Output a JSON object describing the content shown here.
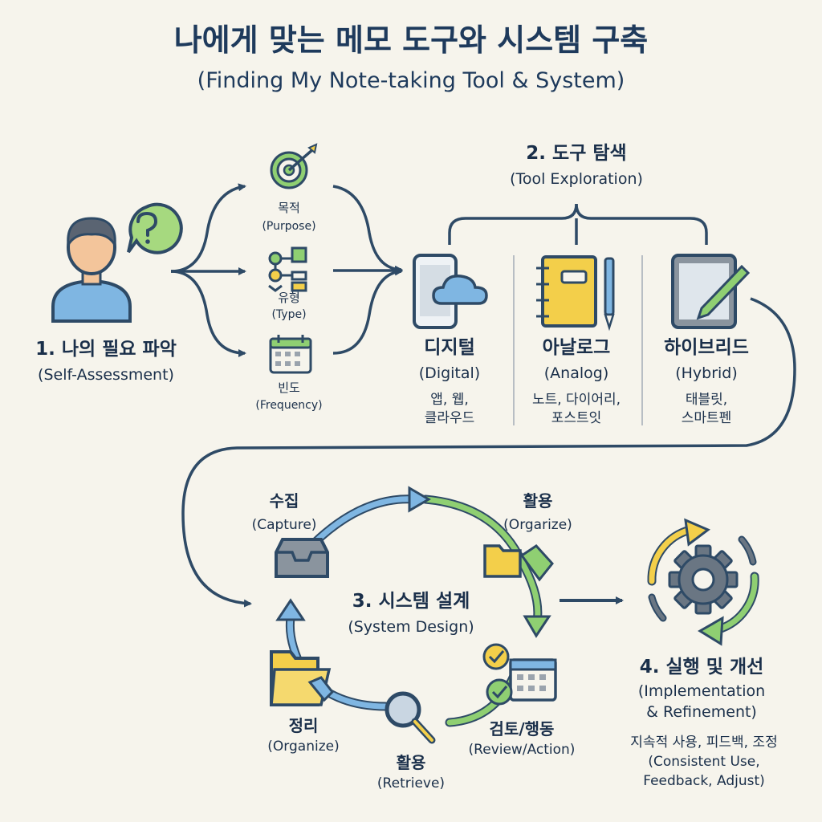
{
  "title": {
    "korean": "나에게 맞는 메모 도구와 시스템 구축",
    "english": "(Finding My Note-taking Tool & System)"
  },
  "step1": {
    "label": "1. 나의 필요 파악",
    "sublabel": "(Self-Assessment)",
    "factors": [
      {
        "ko": "목적",
        "en": "(Purpose)",
        "icon": "target-icon"
      },
      {
        "ko": "유형",
        "en": "(Type)",
        "icon": "flowchart-icon"
      },
      {
        "ko": "빈도",
        "en": "(Frequency)",
        "icon": "calendar-icon"
      }
    ]
  },
  "step2": {
    "label": "2. 도구 탐색",
    "sublabel": "(Tool Exploration)",
    "tools": [
      {
        "ko": "디지털",
        "en": "(Digital)",
        "desc1": "앱, 웹,",
        "desc2": "클라우드"
      },
      {
        "ko": "아날로그",
        "en": "(Analog)",
        "desc1": "노트, 다이어리,",
        "desc2": "포스트잇"
      },
      {
        "ko": "하이브리드",
        "en": "(Hybrid)",
        "desc1": "태블릿,",
        "desc2": "스마트펜"
      }
    ]
  },
  "step3": {
    "label": "3. 시스템 설계",
    "sublabel": "(System Design)",
    "stages": {
      "capture": {
        "ko": "수집",
        "en": "(Capture)"
      },
      "organize_top": {
        "ko": "활용",
        "en": "(Orgarize)"
      },
      "review": {
        "ko": "검토/행동",
        "en": "(Review/Action)"
      },
      "retrieve": {
        "ko": "활용",
        "en": "(Retrieve)"
      },
      "organize": {
        "ko": "정리",
        "en": "(Organize)"
      }
    }
  },
  "step4": {
    "label": "4. 실행 및 개선",
    "sublabel1": "(Implementation",
    "sublabel2": "& Refinement)",
    "desc1": "지속적 사용, 피드백, 조정",
    "desc2": "(Consistent Use,",
    "desc3": "Feedback, Adjust)"
  },
  "colors": {
    "navy": "#2e4a66",
    "blue": "#5d9cd6",
    "green": "#7cc26a",
    "yellow": "#f3cf4a",
    "grey": "#4f5d6b"
  }
}
